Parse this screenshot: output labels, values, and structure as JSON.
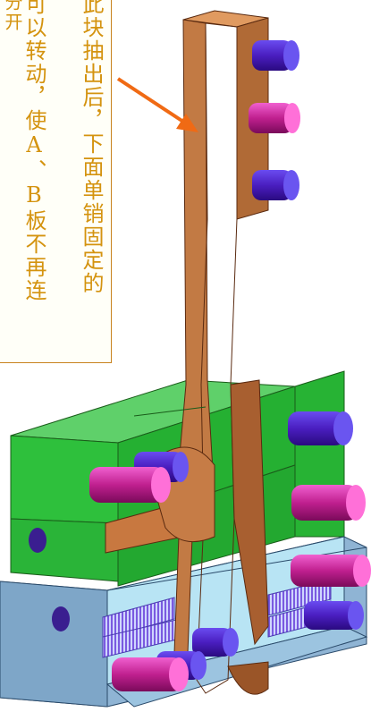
{
  "annotation": {
    "columns": [
      {
        "id": "col1",
        "text": "分开"
      },
      {
        "id": "col2",
        "text": "可以转动，使A、B板不再连"
      },
      {
        "id": "col3",
        "text": "此块抽出后，下面单销固定的"
      }
    ]
  },
  "colors": {
    "text": "#d4930f",
    "arrow": "#f06a14",
    "plate_green": "#2fbf3c",
    "plate_blue": "#8fb8d8",
    "lever": "#c87840",
    "pin_purple": "#5a2cc8",
    "pin_magenta": "#d02aa8"
  }
}
